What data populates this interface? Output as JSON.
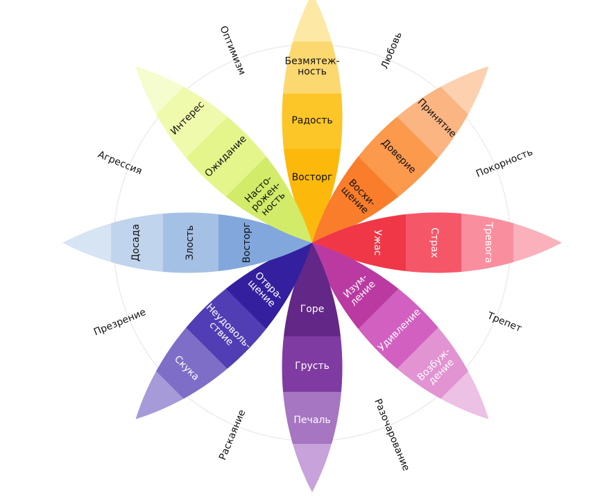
{
  "diagram": {
    "petals": [
      {
        "id": "yellow",
        "angle": 0,
        "colors": [
          "#fcd66c",
          "#fcc21e",
          "#fcb500"
        ],
        "tip": "#fde8a6",
        "segments": [
          [
            "Безмятеж-",
            "ность"
          ],
          [
            "Радость"
          ],
          [
            "Восторг"
          ]
        ],
        "text_color": "#111111"
      },
      {
        "id": "orange",
        "angle": 45,
        "colors": [
          "#fbb37e",
          "#fb9444",
          "#fa7620"
        ],
        "tip": "#fdd1b0",
        "segments": [
          [
            "Принятие"
          ],
          [
            "Доверие"
          ],
          [
            "Восхи-",
            "щение"
          ]
        ],
        "text_color": "#111111"
      },
      {
        "id": "red",
        "angle": 90,
        "colors": [
          "#f98b9d",
          "#f45063",
          "#ef2d3e"
        ],
        "tip": "#fbb1bc",
        "segments": [
          [
            "Тревога"
          ],
          [
            "Страх"
          ],
          [
            "Ужас"
          ]
        ],
        "text_color": "#ffffff"
      },
      {
        "id": "magenta",
        "angle": 135,
        "colors": [
          "#e18fd0",
          "#cf58bd",
          "#b72f9d"
        ],
        "tip": "#edc0e5",
        "segments": [
          [
            "Возбуж-",
            "дение"
          ],
          [
            "Удивление"
          ],
          [
            "Изум-",
            "ление"
          ]
        ],
        "text_color": "#ffffff"
      },
      {
        "id": "purple",
        "angle": 180,
        "colors": [
          "#a472c0",
          "#7a339c",
          "#5b1d80"
        ],
        "tip": "#c8a2da",
        "segments": [
          [
            "Печаль"
          ],
          [
            "Грусть"
          ],
          [
            "Горе"
          ]
        ],
        "text_color": "#ffffff"
      },
      {
        "id": "indigo",
        "angle": 225,
        "colors": [
          "#7b6bc5",
          "#4a36b0",
          "#2b1699"
        ],
        "tip": "#a79ad8",
        "segments": [
          [
            "Скука"
          ],
          [
            "Неудоволь-",
            "ствие"
          ],
          [
            "Отвра-",
            "щение"
          ]
        ],
        "text_color": "#ffffff"
      },
      {
        "id": "blue",
        "angle": 270,
        "colors": [
          "#c0d3ec",
          "#a0bde3",
          "#7ba2d9"
        ],
        "tip": "#d6e4f4",
        "segments": [
          [
            "Досада"
          ],
          [
            "Злость"
          ],
          [
            "Восторг"
          ]
        ],
        "text_color": "#111111"
      },
      {
        "id": "lime",
        "angle": 315,
        "colors": [
          "#eefaaa",
          "#e2f585",
          "#cfea60"
        ],
        "tip": "#f5fccd",
        "segments": [
          [
            "Интерес"
          ],
          [
            "Ожидание"
          ],
          [
            "Насто-",
            "рожен-",
            "ность"
          ]
        ],
        "text_color": "#111111"
      }
    ],
    "dyads": [
      {
        "label": "Любовь",
        "angle": 22.5
      },
      {
        "label": "Покорность",
        "angle": 67.5
      },
      {
        "label": "Трепет",
        "angle": 112.5
      },
      {
        "label": "Разочарование",
        "angle": 157.5
      },
      {
        "label": "Раскаяние",
        "angle": 202.5
      },
      {
        "label": "Презрение",
        "angle": 247.5
      },
      {
        "label": "Агрессия",
        "angle": 292.5
      },
      {
        "label": "Оптимизм",
        "angle": 337.5
      }
    ]
  }
}
